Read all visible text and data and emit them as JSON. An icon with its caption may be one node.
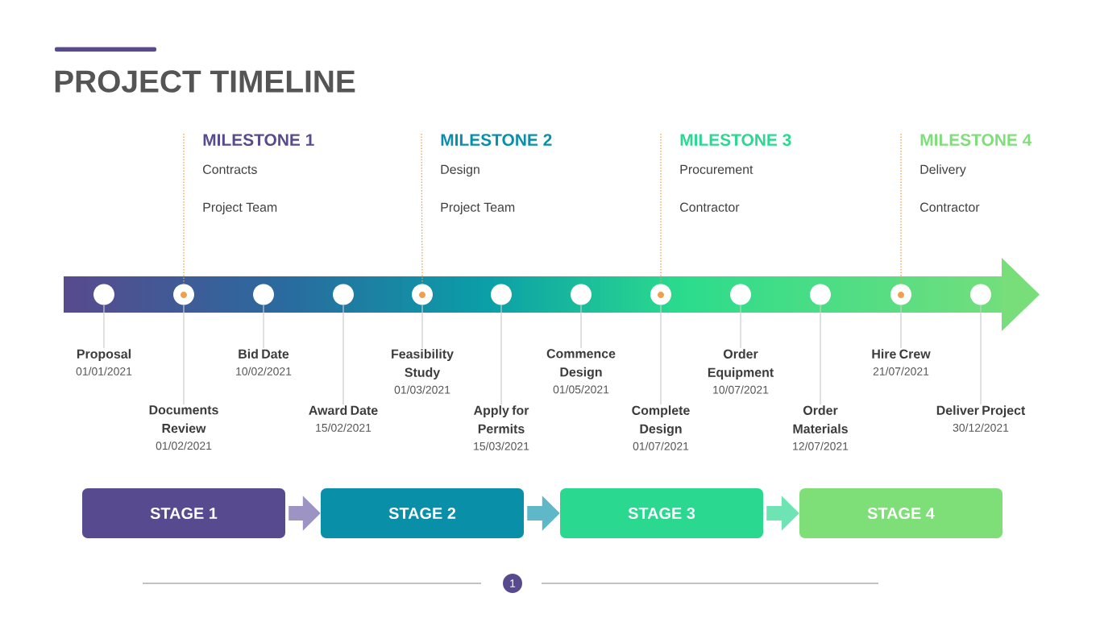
{
  "diagram": {
    "title": "PROJECT TIMELINE",
    "nodes": [
      {
        "text": [
          "MILESTONE 1",
          "Contracts",
          "Project Team"
        ]
      },
      {
        "text": [
          "MILESTONE 2",
          "Design",
          "Project Team"
        ]
      },
      {
        "text": [
          "MILESTONE 3",
          "Procurement",
          "Contractor"
        ]
      },
      {
        "text": [
          "MILESTONE 4",
          "Delivery",
          "Contractor"
        ]
      },
      {
        "text": [],
        "shape": "bar"
      },
      {
        "text": [],
        "shape": "circle",
        "in": 4
      },
      {
        "text": [],
        "shape": "circle",
        "in": 4
      },
      {
        "text": [],
        "shape": "circle",
        "in": 4
      },
      {
        "text": [],
        "shape": "circle",
        "in": 4
      },
      {
        "text": [],
        "shape": "circle",
        "in": 4
      },
      {
        "text": [],
        "shape": "circle",
        "in": 4
      },
      {
        "text": [],
        "shape": "circle",
        "in": 4
      },
      {
        "text": [],
        "shape": "circle",
        "in": 4
      },
      {
        "text": [],
        "shape": "circle",
        "in": 4
      },
      {
        "text": [],
        "shape": "circle",
        "in": 4
      },
      {
        "text": [],
        "shape": "circle",
        "in": 4
      },
      {
        "text": [],
        "shape": "circle",
        "in": 4
      },
      {
        "text": [
          "Proposal",
          "01/01/2021"
        ]
      },
      {
        "text": [
          "Documents Review",
          "01/02/2021"
        ]
      },
      {
        "text": [
          "Bid Date",
          "10/02/2021"
        ]
      },
      {
        "text": [
          "Award Date",
          "15/02/2021"
        ]
      },
      {
        "text": [
          "Feasibility Study",
          "01/03/2021"
        ]
      },
      {
        "text": [
          "Apply for Permits",
          "15/03/2021"
        ]
      },
      {
        "text": [
          "Commence Design",
          "01/05/2021"
        ]
      },
      {
        "text": [
          "Complete Design",
          "01/07/2021"
        ]
      },
      {
        "text": [
          "Order Equipment",
          "10/07/2021"
        ]
      },
      {
        "text": [
          "Order Materials",
          "12/07/2021"
        ]
      },
      {
        "text": [
          "Hire Crew",
          "21/07/2021"
        ]
      },
      {
        "text": [
          "Deliver Project",
          "30/12/2021"
        ]
      },
      {
        "text": [
          "STAGE 1"
        ]
      },
      {
        "text": [
          "STAGE 2"
        ]
      },
      {
        "text": [
          "STAGE 3"
        ]
      },
      {
        "text": [
          "STAGE 4"
        ]
      }
    ],
    "edges": [
      {
        "from": 0,
        "to": 6,
        "arrow": "none",
        "style": "dashed",
        "color": "#f0a04b"
      },
      {
        "from": 1,
        "to": 9,
        "arrow": "none",
        "style": "dashed",
        "color": "#f0a04b"
      },
      {
        "from": 2,
        "to": 12,
        "arrow": "none",
        "style": "dashed",
        "color": "#f0a04b"
      },
      {
        "from": 3,
        "to": 15,
        "arrow": "none",
        "style": "dashed",
        "color": "#f0a04b"
      },
      {
        "from": 5,
        "to": 17,
        "arrow": "none"
      },
      {
        "from": 6,
        "to": 18,
        "arrow": "none"
      },
      {
        "from": 7,
        "to": 19,
        "arrow": "none"
      },
      {
        "from": 8,
        "to": 20,
        "arrow": "none"
      },
      {
        "from": 9,
        "to": 21,
        "arrow": "none"
      },
      {
        "from": 10,
        "to": 22,
        "arrow": "none"
      },
      {
        "from": 11,
        "to": 23,
        "arrow": "none"
      },
      {
        "from": 12,
        "to": 24,
        "arrow": "none"
      },
      {
        "from": 13,
        "to": 25,
        "arrow": "none"
      },
      {
        "from": 14,
        "to": 26,
        "arrow": "none"
      },
      {
        "from": 15,
        "to": 27,
        "arrow": "none"
      },
      {
        "from": 16,
        "to": 28,
        "arrow": "none"
      },
      {
        "from": 29,
        "to": 30,
        "arrow": "to",
        "style": "thick",
        "color": "#9d94c4"
      },
      {
        "from": 30,
        "to": 31,
        "arrow": "to",
        "style": "thick",
        "color": "#5fb8c8"
      },
      {
        "from": 31,
        "to": 32,
        "arrow": "to",
        "style": "thick",
        "color": "#6ee4b4"
      }
    ],
    "labels": [
      "1"
    ]
  }
}
